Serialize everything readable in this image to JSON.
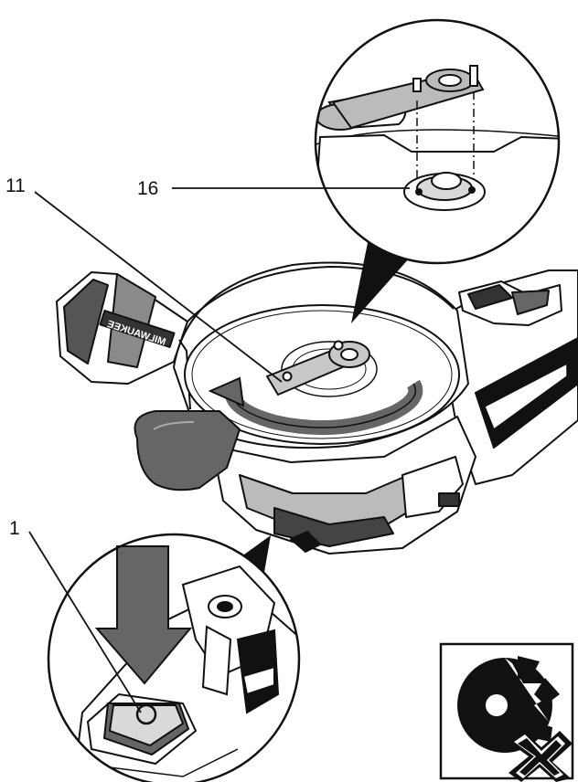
{
  "diagram": {
    "callouts": [
      {
        "id": "11",
        "label": "11"
      },
      {
        "id": "16",
        "label": "16"
      },
      {
        "id": "1",
        "label": "1"
      }
    ],
    "tool_brand_text": "MILWAUKEE",
    "warning_icon": "no-wheel-disc-icon",
    "colors": {
      "ink": "#111111",
      "arrow": "#666666",
      "paper": "#ffffff",
      "shade": "#d9d9d9"
    }
  }
}
